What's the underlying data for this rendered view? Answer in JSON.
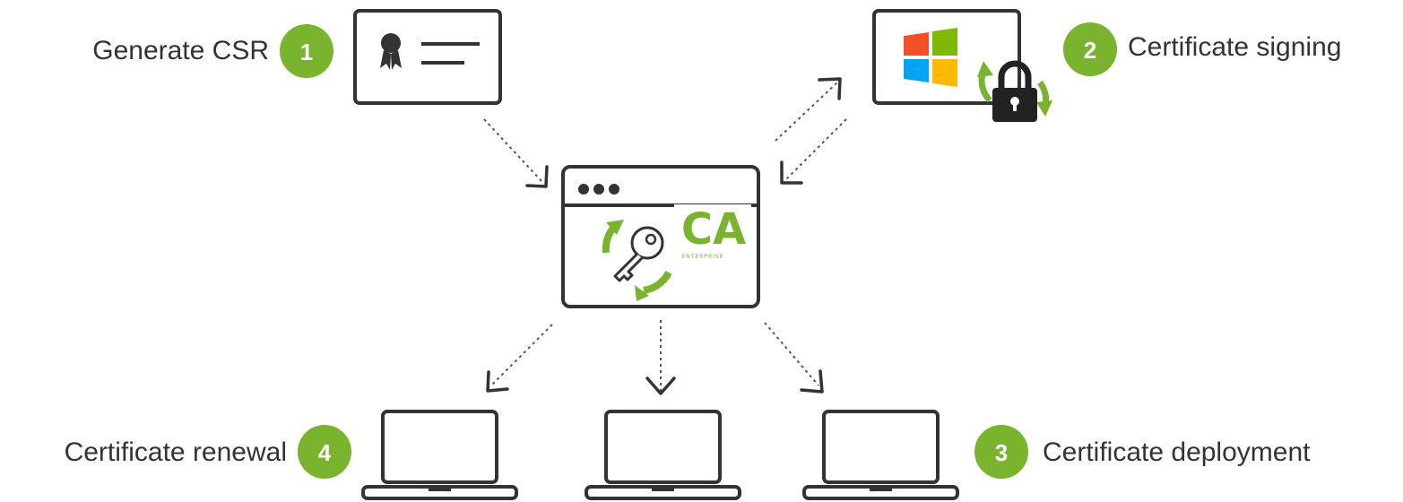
{
  "steps": [
    {
      "number": "1",
      "label": "Generate CSR"
    },
    {
      "number": "2",
      "label": "Certificate signing"
    },
    {
      "number": "3",
      "label": "Certificate deployment"
    },
    {
      "number": "4",
      "label": "Certificate renewal"
    }
  ],
  "ca_box": {
    "title": "CA",
    "subtitle": "ENTERPRISE"
  },
  "colors": {
    "accent": "#7ab32e",
    "outline": "#333333",
    "windows_red": "#f25022",
    "windows_green": "#7fba00",
    "windows_blue": "#00a4ef",
    "windows_yellow": "#ffb900"
  },
  "icons": {
    "csr_document": "certificate-document-icon",
    "windows_server": "windows-server-icon",
    "lock": "padlock-icon",
    "key": "key-icon",
    "laptop": "laptop-icon"
  }
}
